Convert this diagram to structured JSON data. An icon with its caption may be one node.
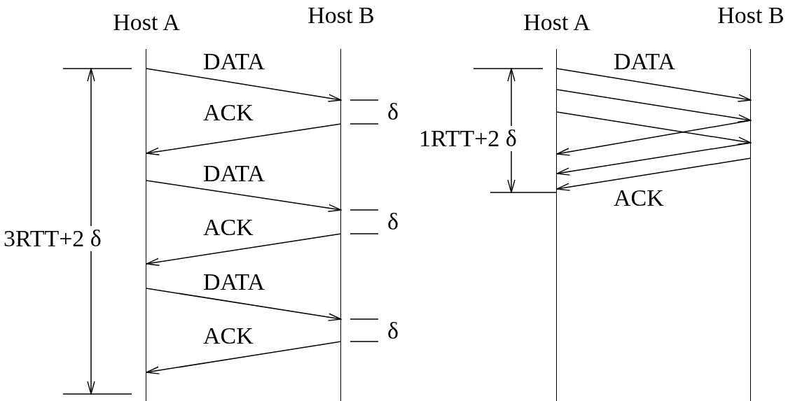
{
  "diagram": {
    "nodes": [
      {
        "text": [
          "Host A"
        ]
      },
      {
        "text": [
          "Host B"
        ]
      },
      {
        "text": [
          "Host A"
        ]
      },
      {
        "text": [
          "Host B"
        ]
      }
    ],
    "edges": [
      {
        "from": 0,
        "to": 1,
        "arrow": "to",
        "label": "DATA"
      },
      {
        "from": 1,
        "to": 0,
        "arrow": "to",
        "label": "ACK"
      },
      {
        "from": 0,
        "to": 1,
        "arrow": "to",
        "label": "DATA"
      },
      {
        "from": 1,
        "to": 0,
        "arrow": "to",
        "label": "ACK"
      },
      {
        "from": 0,
        "to": 1,
        "arrow": "to",
        "label": "DATA"
      },
      {
        "from": 1,
        "to": 0,
        "arrow": "to",
        "label": "ACK"
      },
      {
        "from": 2,
        "to": 3,
        "arrow": "to",
        "label": "DATA"
      },
      {
        "from": 2,
        "to": 3,
        "arrow": "to"
      },
      {
        "from": 2,
        "to": 3,
        "arrow": "to"
      },
      {
        "from": 3,
        "to": 2,
        "arrow": "to"
      },
      {
        "from": 3,
        "to": 2,
        "arrow": "to"
      },
      {
        "from": 3,
        "to": 2,
        "arrow": "to",
        "label": "ACK"
      }
    ],
    "labels": [
      "δ",
      "δ",
      "δ",
      "3RTT+2 δ",
      "1RTT+2 δ"
    ]
  }
}
